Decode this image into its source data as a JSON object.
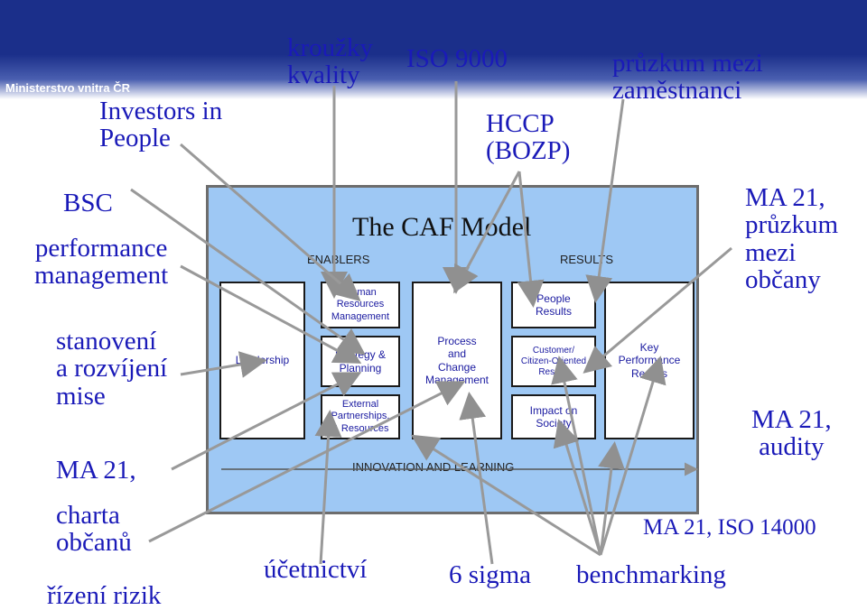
{
  "header": {
    "ministry": "Ministerstvo vnitra ČR"
  },
  "caf": {
    "title": "The CAF Model",
    "enablers": "ENABLERS",
    "results": "RESULTS",
    "innovation": "INNOVATION AND LEARNING",
    "leadership": "Leadership",
    "hr": "Human\nResources\nManagement",
    "strategy": "Strategy &\nPlanning",
    "partnerships": "External\nPartnerships.\n& Resources",
    "process": "Process\nand\nChange\nManagement",
    "people_results": "People\nResults",
    "customer_results": "Customer/\nCitizen-Oriented\nResults",
    "society": "Impact on\nSociety",
    "key": "Key\nPerformance\nResults"
  },
  "labels": {
    "krouzky": "kroužky\nkvality",
    "iso9000": "ISO 9000",
    "pruzkum_zam": "průzkum mezi\nzaměstnanci",
    "investors": "Investors in\nPeople",
    "hccp": "HCCP\n(BOZP)",
    "bsc": "BSC",
    "performance": "performance\nmanagement",
    "stanoveni": "stanovení\na rozvíjení\nmise",
    "ma21_left": "MA 21,",
    "charta": "charta\nobčanů",
    "rizeni": "řízení rizik",
    "ucetnictvi": "účetnictví",
    "sigma": "6 sigma",
    "benchmarking": "benchmarking",
    "ma21_iso": "MA 21, ISO 14000",
    "ma21_audity": "MA 21,\naudity",
    "ma21_pruzkum": "MA 21,\nprůzkum\nmezi\nobčany"
  },
  "colors": {
    "label": "#1a1ab8",
    "panel": "#9ec8f4",
    "banner": "#1b2f8a"
  }
}
